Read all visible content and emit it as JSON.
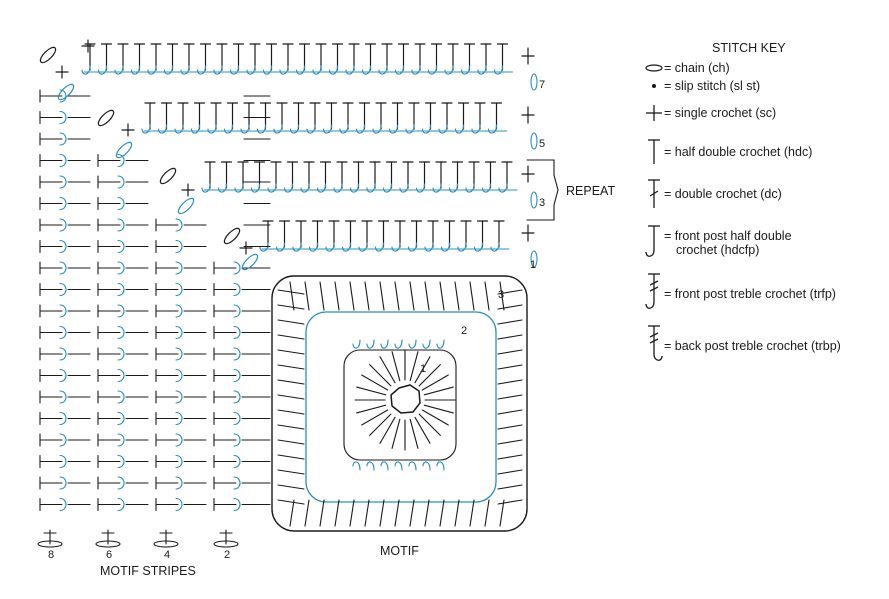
{
  "chart": {
    "motif_label": "MOTIF",
    "stripes_label": "MOTIF STRIPES",
    "repeat_label": "REPEAT",
    "stripe_numbers": [
      "8",
      "6",
      "4",
      "2"
    ],
    "row_numbers": [
      "7",
      "5",
      "3",
      "1"
    ],
    "round_numbers": [
      "1",
      "2",
      "3"
    ],
    "colors": {
      "ink": "#1a1a1a",
      "accent": "#2a8fc0"
    }
  },
  "key": {
    "title": "STITCH KEY",
    "items": [
      {
        "icon": "chain-icon",
        "text": "= chain (ch)"
      },
      {
        "icon": "slip-stitch-icon",
        "text": "= slip stitch (sl st)"
      },
      {
        "icon": "single-crochet-icon",
        "text": "= single crochet (sc)"
      },
      {
        "icon": "half-double-crochet-icon",
        "text": "= half double crochet (hdc)"
      },
      {
        "icon": "double-crochet-icon",
        "text": "= double crochet (dc)"
      },
      {
        "icon": "front-post-hdc-icon",
        "text": "= front post half double",
        "text2": "crochet (hdcfp)"
      },
      {
        "icon": "front-post-treble-icon",
        "text": "= front post treble crochet (trfp)"
      },
      {
        "icon": "back-post-treble-icon",
        "text": "= back post treble crochet (trbp)"
      }
    ]
  }
}
